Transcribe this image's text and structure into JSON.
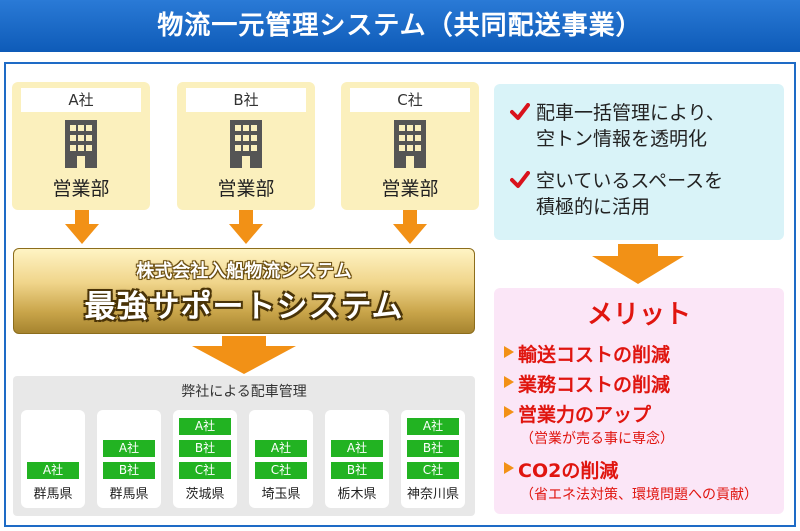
{
  "header": {
    "title": "物流一元管理システム（共同配送事業）"
  },
  "companies": [
    {
      "name": "A社",
      "dept": "営業部"
    },
    {
      "name": "B社",
      "dept": "営業部"
    },
    {
      "name": "C社",
      "dept": "営業部"
    }
  ],
  "support": {
    "subtitle": "株式会社入船物流システム",
    "title": "最強サポートシステム"
  },
  "dispatch": {
    "title": "弊社による配車管理",
    "prefectures": [
      {
        "name": "群馬県",
        "tags": [
          "A社"
        ]
      },
      {
        "name": "群馬県",
        "tags": [
          "A社",
          "B社"
        ]
      },
      {
        "name": "茨城県",
        "tags": [
          "A社",
          "B社",
          "C社"
        ]
      },
      {
        "name": "埼玉県",
        "tags": [
          "A社",
          "C社"
        ]
      },
      {
        "name": "栃木県",
        "tags": [
          "A社",
          "B社"
        ]
      },
      {
        "name": "神奈川県",
        "tags": [
          "A社",
          "B社",
          "C社"
        ]
      }
    ]
  },
  "benefits": [
    {
      "line1": "配車一括管理により、",
      "line2": "空トン情報を透明化"
    },
    {
      "line1": "空いているスペースを",
      "line2": "積極的に活用"
    }
  ],
  "merit": {
    "title": "メリット",
    "items": [
      {
        "text": "輸送コストの削減",
        "sub": ""
      },
      {
        "text": "業務コストの削減",
        "sub": ""
      },
      {
        "text": "営業力のアップ",
        "sub": "（営業が売る事に専念）"
      },
      {
        "text": "CO2の削減",
        "sub": "（省エネ法対策、環境問題への貢献）"
      }
    ]
  },
  "colors": {
    "header": "#1565c0",
    "company_bg": "#fbf0bd",
    "arrow": "#f29116",
    "tag": "#22b322",
    "benefit_bg": "#d9f3f8",
    "merit_bg": "#fbe6f7",
    "merit_text": "#e0150f",
    "check": "#d9121c"
  },
  "icons": [
    "building-icon",
    "check-icon",
    "arrow-down-icon",
    "triangle-bullet-icon"
  ]
}
